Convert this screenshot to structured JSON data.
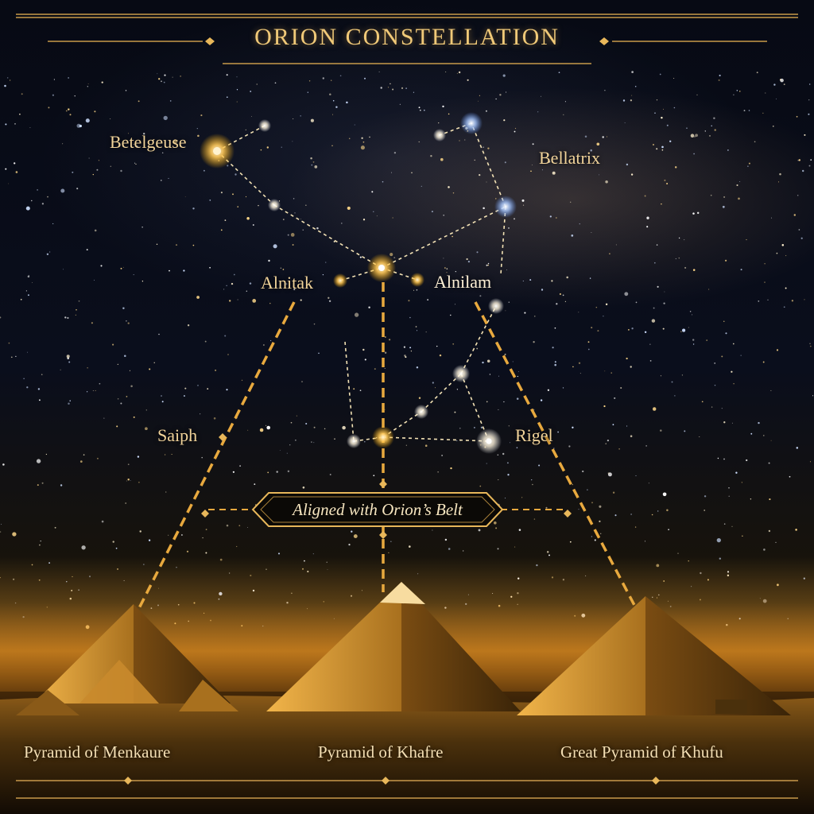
{
  "title": "ORION CONSTELLATION",
  "stars": {
    "betelgeuse": "Betelgeuse",
    "bellatrix": "Bellatrix",
    "alnitak": "Alnitak",
    "alnilam": "Alnilam",
    "saiph": "Saiph",
    "rigel": "Rigel"
  },
  "belt_caption": "Aligned with Orion’s Belt",
  "pyramids": {
    "menkaure": "Pyramid of Menkaure",
    "khafre": "Pyramid of Khafre",
    "khufu": "Great Pyramid of Khufu"
  },
  "colors": {
    "gold": "#e8b75a",
    "star_white": "#ffffff",
    "star_blue": "#bcd6ff",
    "star_orange": "#ffb84a"
  }
}
